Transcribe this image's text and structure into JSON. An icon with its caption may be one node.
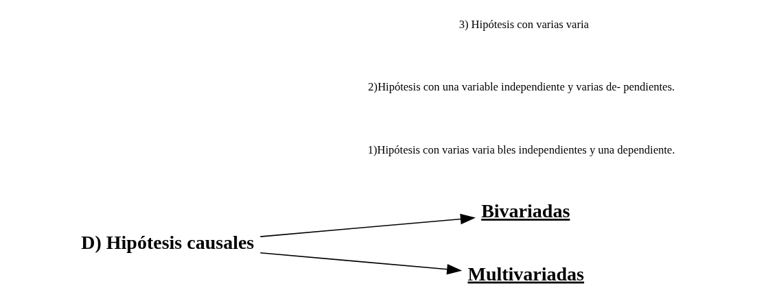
{
  "diagram": {
    "nodes": [
      {
        "text": [
          "D) Hipótesis causales"
        ]
      },
      {
        "text": [
          "Bivariadas"
        ]
      },
      {
        "text": [
          "Multivariadas"
        ]
      }
    ],
    "edges": [
      {
        "from": 0,
        "to": 1,
        "arrow": "to"
      },
      {
        "from": 0,
        "to": 2,
        "arrow": "to"
      }
    ],
    "labels": [
      "1)Hipótesis con varias varia bles independientes y una dependiente.",
      "2)Hipótesis con una variable independiente y varias de- pendientes.",
      "3) Hipótesis con varias varia"
    ]
  }
}
